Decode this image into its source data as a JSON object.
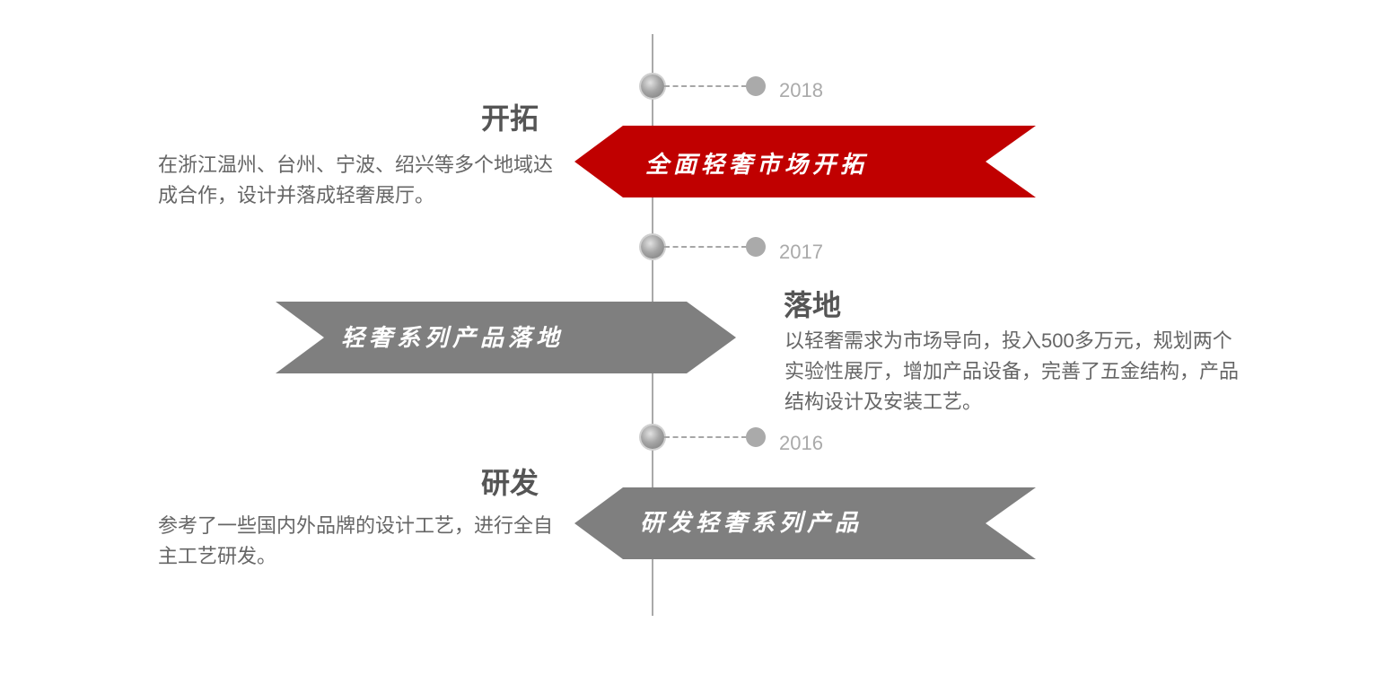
{
  "timeline": [
    {
      "year": "2018",
      "title": "开拓",
      "description": "在浙江温州、台州、宁波、绍兴等多个地域达成合作，设计并落成轻奢展厅。",
      "banner": "全面轻奢市场开拓",
      "banner_color": "#c00000"
    },
    {
      "year": "2017",
      "title": "落地",
      "description": "以轻奢需求为市场导向，投入500多万元，规划两个实验性展厅，增加产品设备，完善了五金结构，产品结构设计及安装工艺。",
      "banner": "轻奢系列产品落地",
      "banner_color": "#7f7f7f"
    },
    {
      "year": "2016",
      "title": "研发",
      "description": "参考了一些国内外品牌的设计工艺，进行全自主工艺研发。",
      "banner": "研发轻奢系列产品",
      "banner_color": "#7f7f7f"
    }
  ]
}
